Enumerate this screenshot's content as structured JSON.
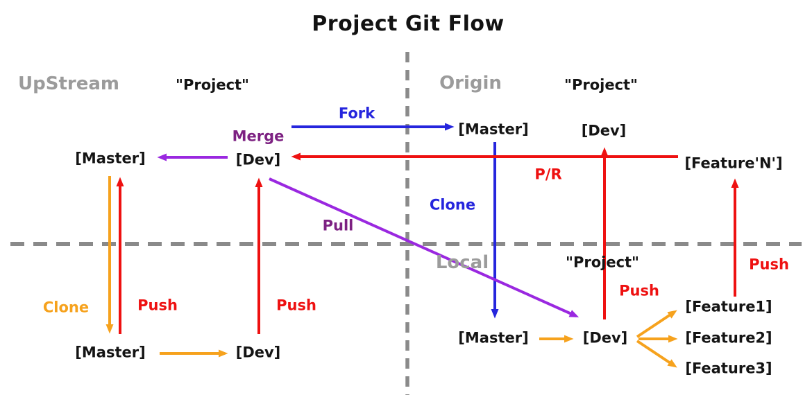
{
  "title": "Project Git Flow",
  "sections": {
    "upstream": {
      "name": "UpStream",
      "repo": "\"Project\""
    },
    "origin": {
      "name": "Origin",
      "repo": "\"Project\""
    },
    "local": {
      "name": "Local",
      "repo": "\"Project\""
    }
  },
  "nodes": {
    "upstream_master": "[Master]",
    "upstream_dev": "[Dev]",
    "upstream_local_master": "[Master]",
    "upstream_local_dev": "[Dev]",
    "origin_master": "[Master]",
    "origin_dev": "[Dev]",
    "origin_feature_n": "[Feature'N']",
    "local_master": "[Master]",
    "local_dev": "[Dev]",
    "local_feature1": "[Feature1]",
    "local_feature2": "[Feature2]",
    "local_feature3": "[Feature3]"
  },
  "edge_labels": {
    "fork": "Fork",
    "merge": "Merge",
    "clone_origin_to_local": "Clone",
    "pull": "Pull",
    "pull_request": "P/R",
    "clone_upstream": "Clone",
    "push_upstream_master": "Push",
    "push_upstream_dev": "Push",
    "push_local_dev": "Push",
    "push_feature": "Push"
  },
  "colors": {
    "blue": "#2525dd",
    "red": "#ee1111",
    "orange": "#f6a21d",
    "violet": "#9a28e0",
    "purple_text": "#7d2182",
    "gray_section": "#9b9b9b",
    "dash_gray": "#8a8a8a",
    "text_black": "#141414"
  }
}
